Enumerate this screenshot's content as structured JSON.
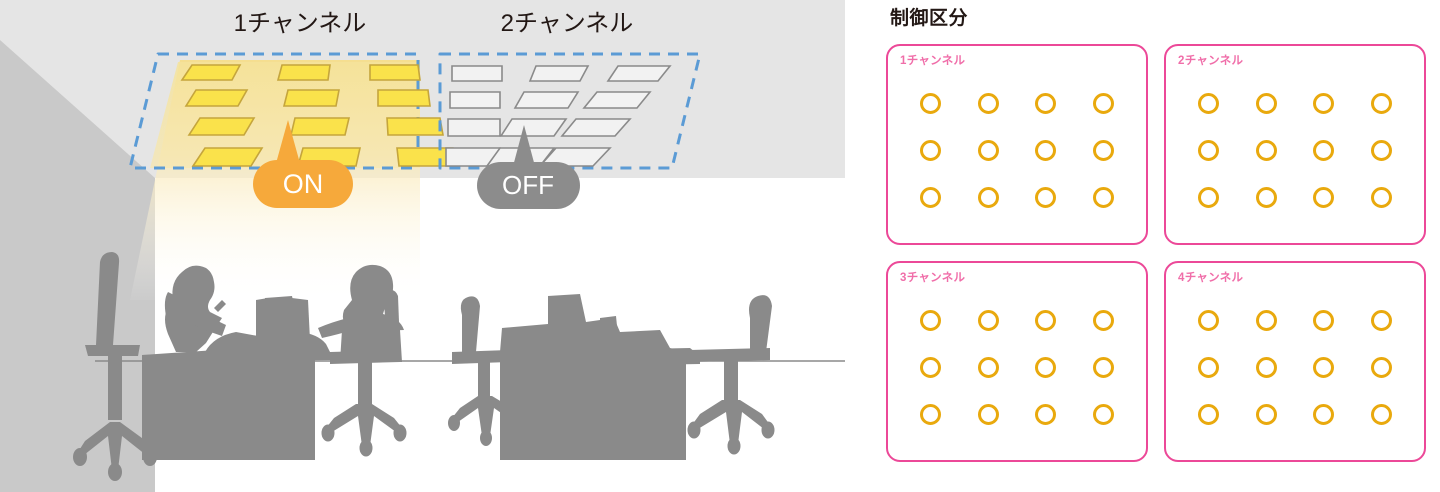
{
  "scene": {
    "zone_labels": [
      {
        "text": "1チャンネル"
      },
      {
        "text": "2チャンネル"
      }
    ],
    "badges": [
      {
        "text": "ON",
        "color": "#F6A93B",
        "state": "on"
      },
      {
        "text": "OFF",
        "color": "#8C8C8C",
        "state": "off"
      }
    ],
    "colors": {
      "ceiling_band": "#E5E5E5",
      "wall_shadow": "#C9C9C9",
      "light_fixture_on": "#FAE24B",
      "light_fixture_on_stroke": "#C8A83C",
      "light_fixture_off": "#F0F0F0",
      "light_fixture_off_stroke": "#8A8A8A",
      "zone_dash": "#5B9BD5",
      "furniture": "#8A8A8A",
      "light_cone": "#F7DE8E"
    },
    "zone_fixture_layout": {
      "rows": 4,
      "columns": 3
    }
  },
  "control": {
    "title": "制御区分",
    "accent_border": "#EC4898",
    "label_color": "#F06EA9",
    "dot_color": "#E9A90D",
    "dots_per_channel": {
      "rows": 3,
      "columns": 4
    },
    "channels": [
      {
        "label": "1チャンネル"
      },
      {
        "label": "2チャンネル"
      },
      {
        "label": "3チャンネル"
      },
      {
        "label": "4チャンネル"
      }
    ]
  }
}
